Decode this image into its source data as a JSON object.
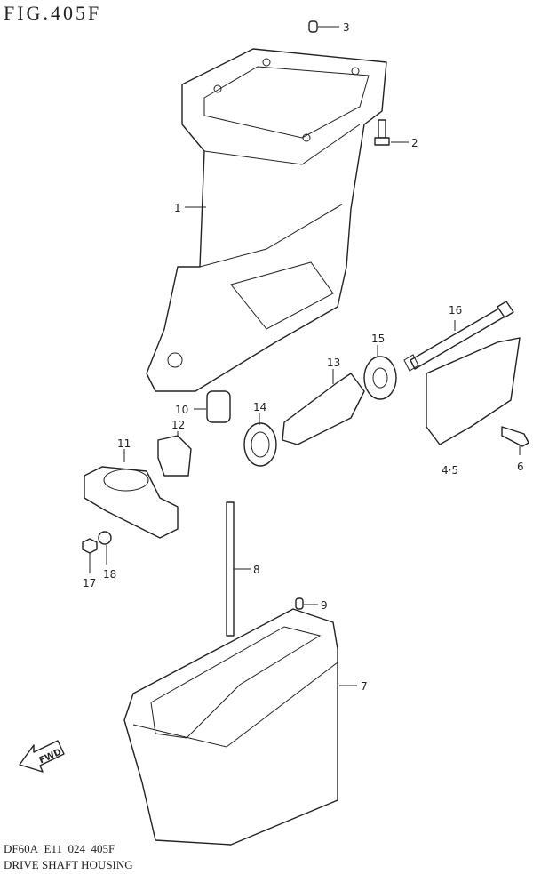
{
  "figure_title": "FIG.405F",
  "footer": {
    "code": "DF60A_E11_024_405F",
    "title": "DRIVE SHAFT HOUSING"
  },
  "callouts": [
    "1",
    "2",
    "3",
    "4·5",
    "6",
    "7",
    "8",
    "9",
    "10",
    "11",
    "12",
    "13",
    "14",
    "15",
    "16",
    "17",
    "18"
  ],
  "fwd_label": "FWD"
}
